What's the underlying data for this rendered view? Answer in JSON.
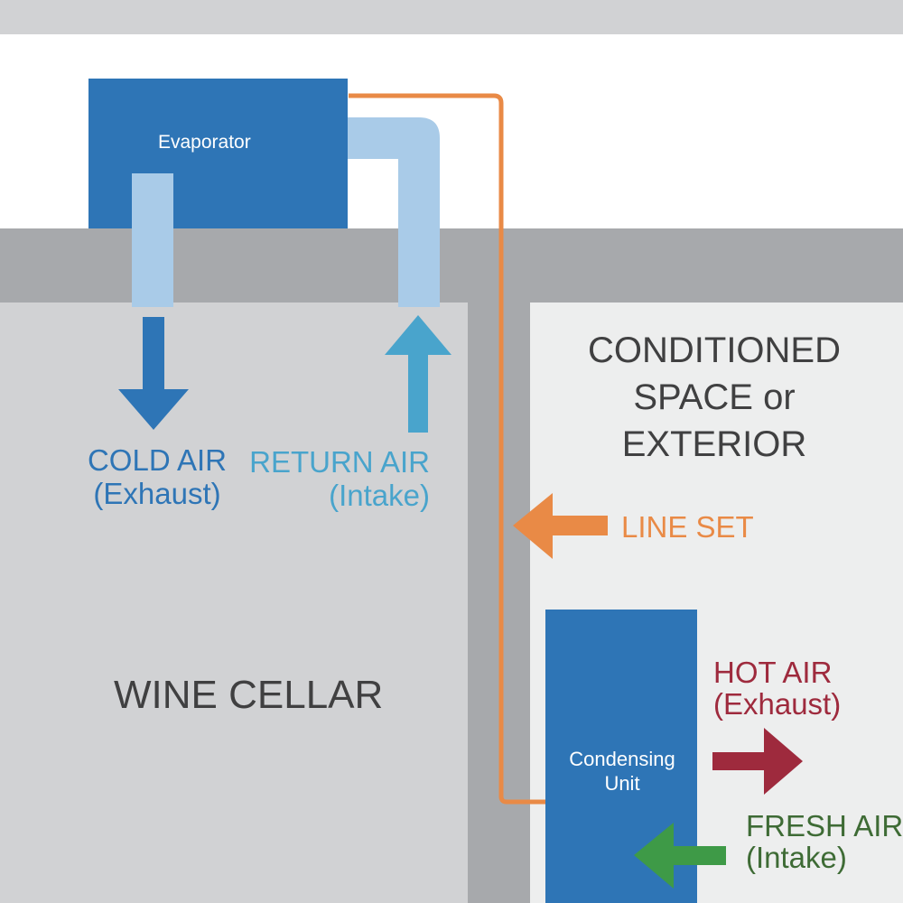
{
  "colors": {
    "top_band": "#d1d2d4",
    "background": "#ffffff",
    "structure": "#a7a9ac",
    "cellar_fill": "#d1d2d4",
    "conditioned_fill": "#edeeee",
    "unit_blue": "#2e75b6",
    "duct_light_blue": "#a9cbe8",
    "cold_air": "#2e75b6",
    "return_air": "#49a4cc",
    "line_set": "#e98a46",
    "hot_air": "#9e2a3d",
    "fresh_air": "#3e9a47",
    "region_text": "#404041",
    "unit_text": "#ffffff"
  },
  "units": {
    "evaporator": "Evaporator",
    "condensing_line1": "Condensing",
    "condensing_line2": "Unit"
  },
  "regions": {
    "wine_cellar": "WINE CELLAR",
    "conditioned_line1": "CONDITIONED",
    "conditioned_line2": "SPACE or",
    "conditioned_line3": "EXTERIOR"
  },
  "labels": {
    "cold_air_line1": "COLD AIR",
    "cold_air_line2": "(Exhaust)",
    "return_air_line1": "RETURN AIR",
    "return_air_line2": "(Intake)",
    "line_set": "LINE SET",
    "hot_air_line1": "HOT AIR",
    "hot_air_line2": "(Exhaust)",
    "fresh_air_line1": "FRESH AIR",
    "fresh_air_line2": "(Intake)"
  },
  "icons": {
    "cold_air_arrow": "arrow-down-icon",
    "return_air_arrow": "arrow-up-icon",
    "line_set_arrow": "arrow-left-icon",
    "hot_air_arrow": "arrow-right-icon",
    "fresh_air_arrow": "arrow-left-icon"
  }
}
